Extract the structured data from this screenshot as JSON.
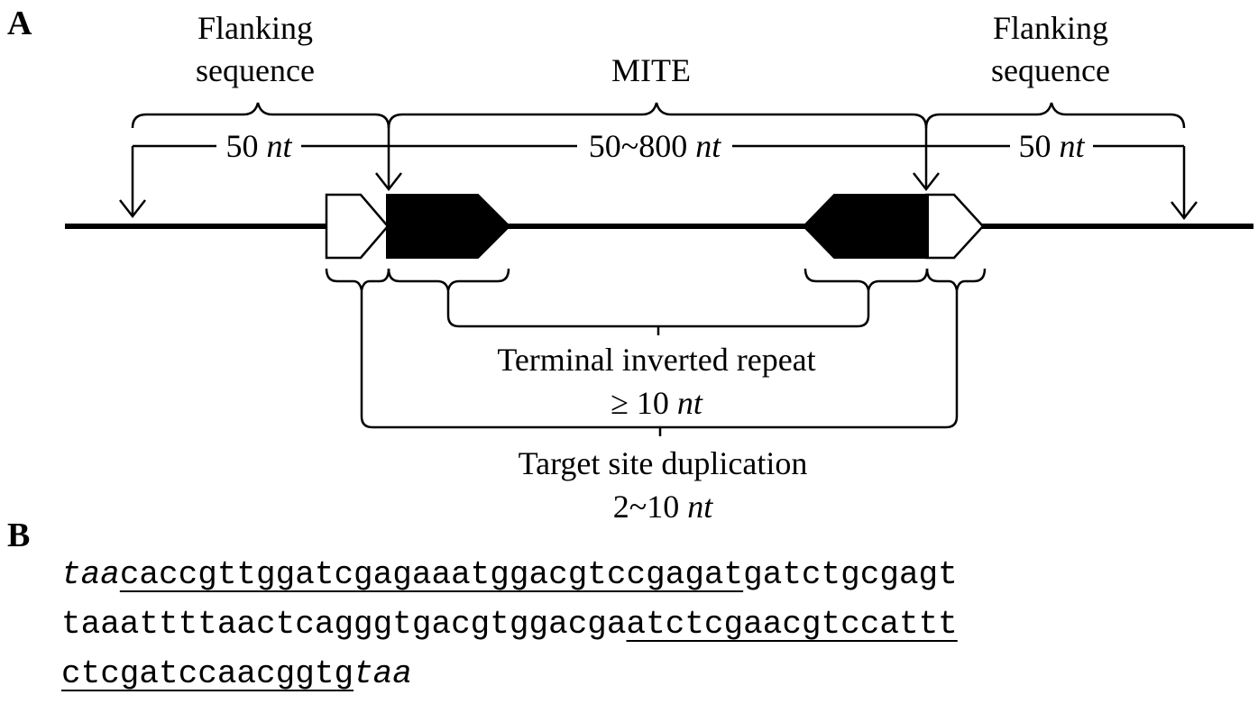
{
  "panel_a": {
    "letter": "A",
    "flank_left": {
      "line1": "Flanking",
      "line2": "sequence",
      "length_value": "50",
      "length_unit": "nt"
    },
    "mite": {
      "title": "MITE",
      "length_value": "50~800",
      "length_unit": "nt"
    },
    "flank_right": {
      "line1": "Flanking",
      "line2": "sequence",
      "length_value": "50",
      "length_unit": "nt"
    },
    "tir": {
      "title": "Terminal inverted repeat",
      "length_prefix": "≥ 10",
      "length_unit": "nt"
    },
    "tsd": {
      "title": "Target site duplication",
      "length_value": "2~10",
      "length_unit": "nt"
    }
  },
  "panel_b": {
    "letter": "B",
    "line1": {
      "tsd": "taa",
      "tir": "caccgttggatcgagaaatggacgtccgagat",
      "core": "gatctgcgagt"
    },
    "line2": {
      "core": "taaattttaactcagggtgacgtggacga",
      "tir": "atctcgaacgtccattt"
    },
    "line3": {
      "tir": "ctcgatccaacggtg",
      "tsd": "taa"
    }
  }
}
